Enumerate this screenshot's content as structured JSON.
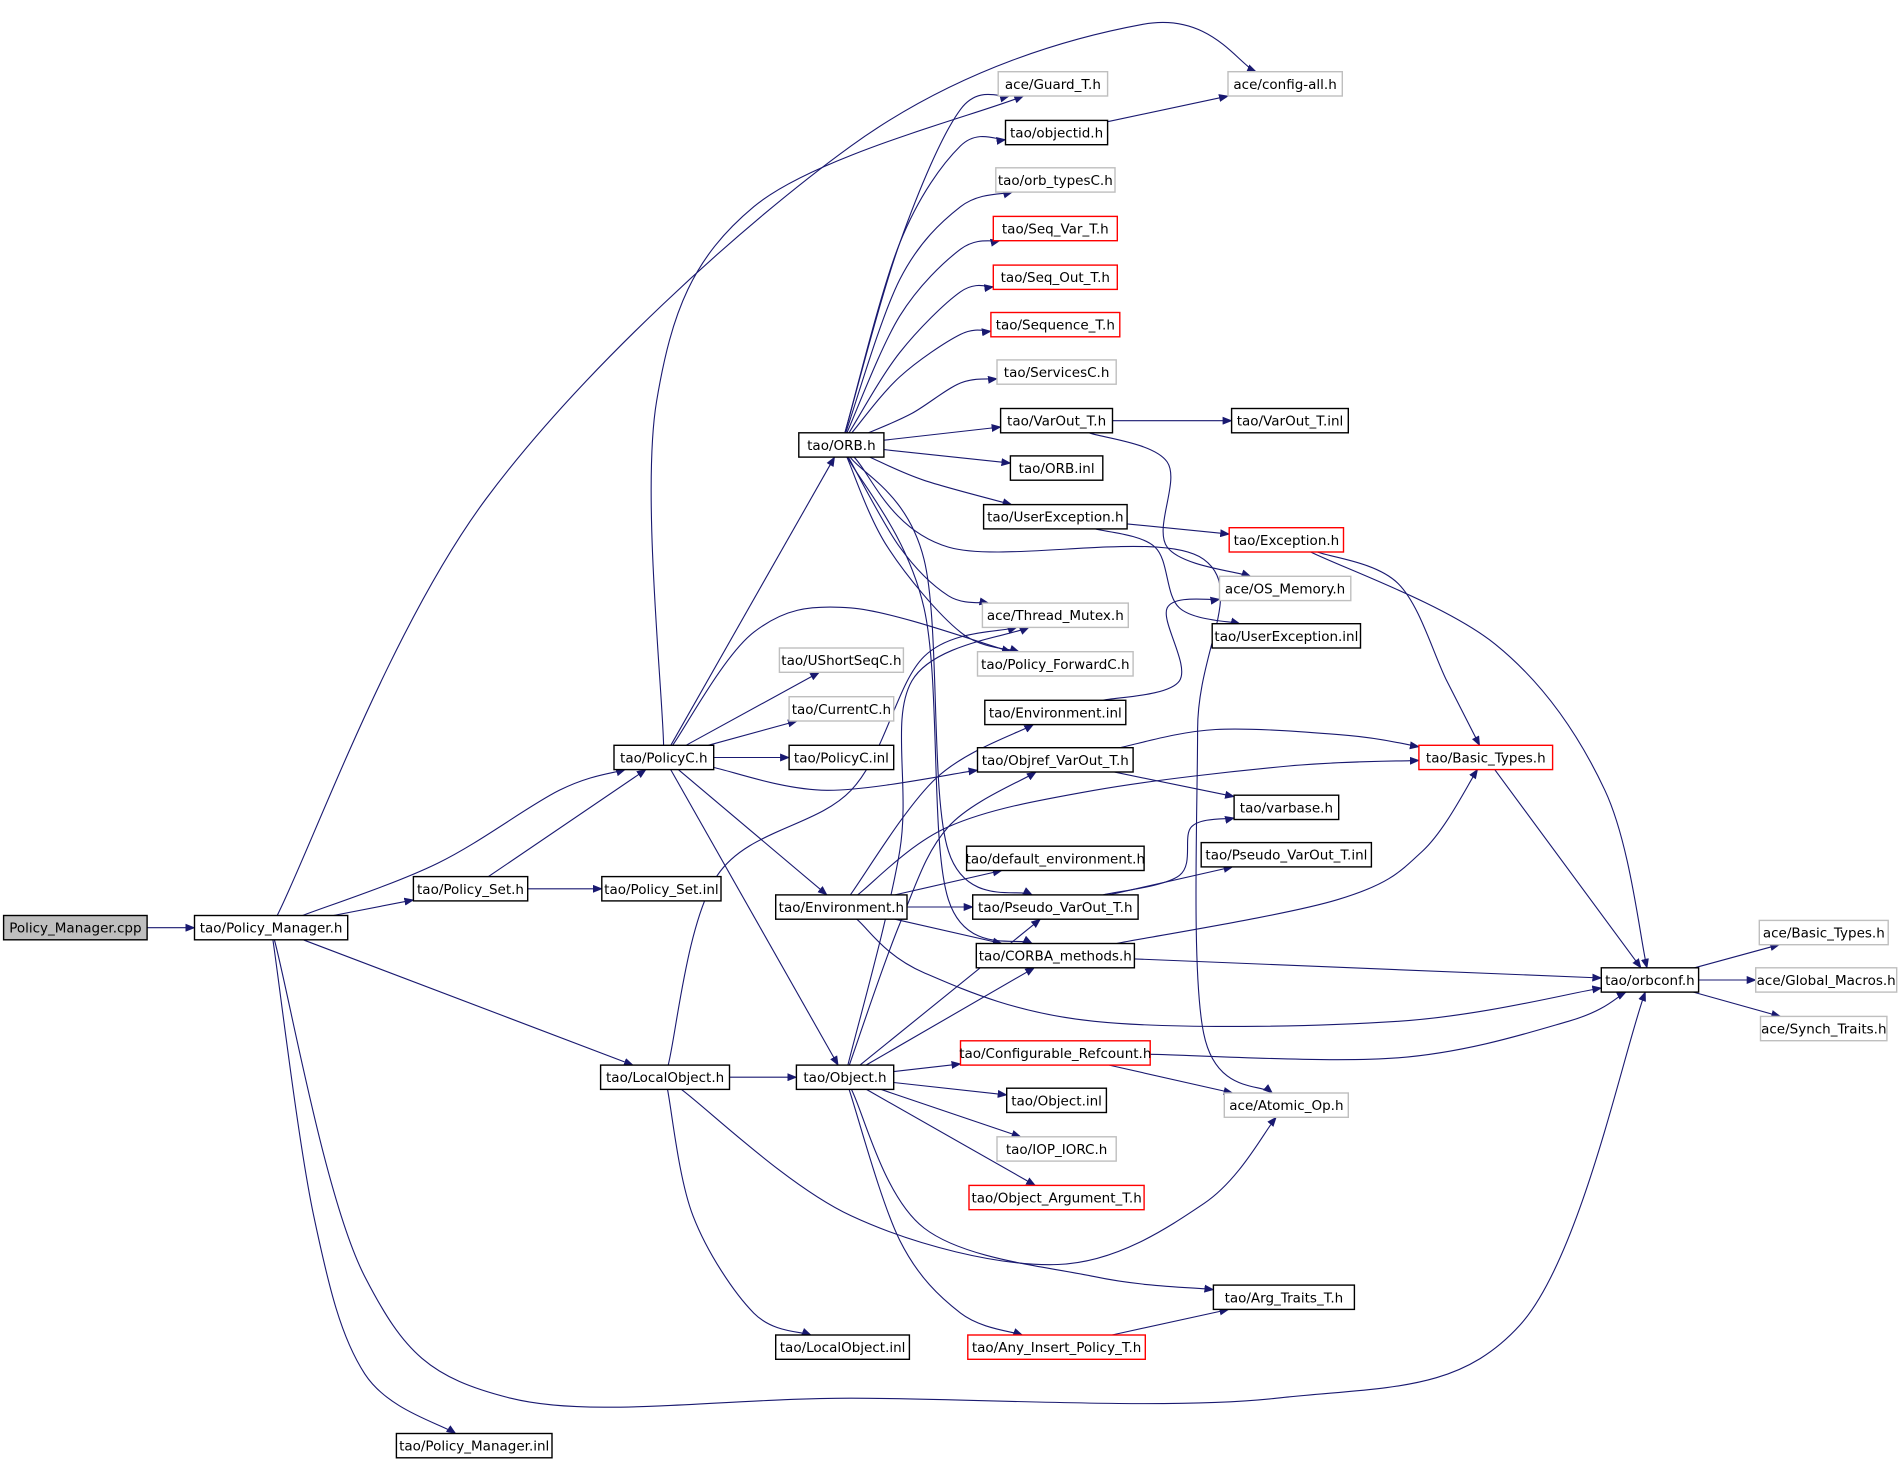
{
  "colors": {
    "edge": "#191970",
    "border_normal": "#000000",
    "border_gray": "#bfbfbf",
    "border_red": "#ff0000",
    "root_fill": "#bfbfbf"
  },
  "nodes": [
    {
      "id": "n_root",
      "label": "Policy_Manager.cpp",
      "style": "root"
    },
    {
      "id": "n_pm_h",
      "label": "tao/Policy_Manager.h",
      "style": "normal"
    },
    {
      "id": "n_pm_inl",
      "label": "tao/Policy_Manager.inl",
      "style": "normal"
    },
    {
      "id": "n_policyc_h",
      "label": "tao/PolicyC.h",
      "style": "normal"
    },
    {
      "id": "n_policy_set_h",
      "label": "tao/Policy_Set.h",
      "style": "normal"
    },
    {
      "id": "n_policy_set_inl",
      "label": "tao/Policy_Set.inl",
      "style": "normal"
    },
    {
      "id": "n_localobject_h",
      "label": "tao/LocalObject.h",
      "style": "normal"
    },
    {
      "id": "n_localobject_inl",
      "label": "tao/LocalObject.inl",
      "style": "normal"
    },
    {
      "id": "n_orb_h",
      "label": "tao/ORB.h",
      "style": "normal"
    },
    {
      "id": "n_ushortseqc_h",
      "label": "tao/UShortSeqC.h",
      "style": "gray"
    },
    {
      "id": "n_currentc_h",
      "label": "tao/CurrentC.h",
      "style": "gray"
    },
    {
      "id": "n_policyc_inl",
      "label": "tao/PolicyC.inl",
      "style": "normal"
    },
    {
      "id": "n_environment_h",
      "label": "tao/Environment.h",
      "style": "normal"
    },
    {
      "id": "n_object_h",
      "label": "tao/Object.h",
      "style": "normal"
    },
    {
      "id": "n_guard_t_h",
      "label": "ace/Guard_T.h",
      "style": "gray"
    },
    {
      "id": "n_objectid_h",
      "label": "tao/objectid.h",
      "style": "normal"
    },
    {
      "id": "n_orb_typesc_h",
      "label": "tao/orb_typesC.h",
      "style": "gray"
    },
    {
      "id": "n_seq_var_t_h",
      "label": "tao/Seq_Var_T.h",
      "style": "red"
    },
    {
      "id": "n_seq_out_t_h",
      "label": "tao/Seq_Out_T.h",
      "style": "red"
    },
    {
      "id": "n_sequence_t_h",
      "label": "tao/Sequence_T.h",
      "style": "red"
    },
    {
      "id": "n_servicesc_h",
      "label": "tao/ServicesC.h",
      "style": "gray"
    },
    {
      "id": "n_varout_t_h",
      "label": "tao/VarOut_T.h",
      "style": "normal"
    },
    {
      "id": "n_orb_inl",
      "label": "tao/ORB.inl",
      "style": "normal"
    },
    {
      "id": "n_userexception_h",
      "label": "tao/UserException.h",
      "style": "normal"
    },
    {
      "id": "n_thread_mutex_h",
      "label": "ace/Thread_Mutex.h",
      "style": "gray"
    },
    {
      "id": "n_policy_forwardc_h",
      "label": "tao/Policy_ForwardC.h",
      "style": "gray"
    },
    {
      "id": "n_environment_inl",
      "label": "tao/Environment.inl",
      "style": "normal"
    },
    {
      "id": "n_objref_varout_t_h",
      "label": "tao/Objref_VarOut_T.h",
      "style": "normal"
    },
    {
      "id": "n_default_environment_h",
      "label": "tao/default_environment.h",
      "style": "normal"
    },
    {
      "id": "n_pseudo_varout_t_h",
      "label": "tao/Pseudo_VarOut_T.h",
      "style": "normal"
    },
    {
      "id": "n_corba_methods_h",
      "label": "tao/CORBA_methods.h",
      "style": "normal"
    },
    {
      "id": "n_configurable_refcount_h",
      "label": "tao/Configurable_Refcount.h",
      "style": "red"
    },
    {
      "id": "n_object_inl",
      "label": "tao/Object.inl",
      "style": "normal"
    },
    {
      "id": "n_iop_iorc_h",
      "label": "tao/IOP_IORC.h",
      "style": "gray"
    },
    {
      "id": "n_object_argument_t_h",
      "label": "tao/Object_Argument_T.h",
      "style": "red"
    },
    {
      "id": "n_any_insert_policy_t_h",
      "label": "tao/Any_Insert_Policy_T.h",
      "style": "red"
    },
    {
      "id": "n_config_all_h",
      "label": "ace/config-all.h",
      "style": "gray"
    },
    {
      "id": "n_varout_t_inl",
      "label": "tao/VarOut_T.inl",
      "style": "normal"
    },
    {
      "id": "n_exception_h",
      "label": "tao/Exception.h",
      "style": "red"
    },
    {
      "id": "n_os_memory_h",
      "label": "ace/OS_Memory.h",
      "style": "gray"
    },
    {
      "id": "n_userexception_inl",
      "label": "tao/UserException.inl",
      "style": "normal"
    },
    {
      "id": "n_basic_types_tao_h",
      "label": "tao/Basic_Types.h",
      "style": "red"
    },
    {
      "id": "n_varbase_h",
      "label": "tao/varbase.h",
      "style": "normal"
    },
    {
      "id": "n_pseudo_varout_t_inl",
      "label": "tao/Pseudo_VarOut_T.inl",
      "style": "normal"
    },
    {
      "id": "n_atomic_op_h",
      "label": "ace/Atomic_Op.h",
      "style": "gray"
    },
    {
      "id": "n_arg_traits_t_h",
      "label": "tao/Arg_Traits_T.h",
      "style": "normal"
    },
    {
      "id": "n_orbconf_h",
      "label": "tao/orbconf.h",
      "style": "normal"
    },
    {
      "id": "n_ace_basic_types_h",
      "label": "ace/Basic_Types.h",
      "style": "gray"
    },
    {
      "id": "n_global_macros_h",
      "label": "ace/Global_Macros.h",
      "style": "gray"
    },
    {
      "id": "n_synch_traits_h",
      "label": "ace/Synch_Traits.h",
      "style": "gray"
    }
  ]
}
